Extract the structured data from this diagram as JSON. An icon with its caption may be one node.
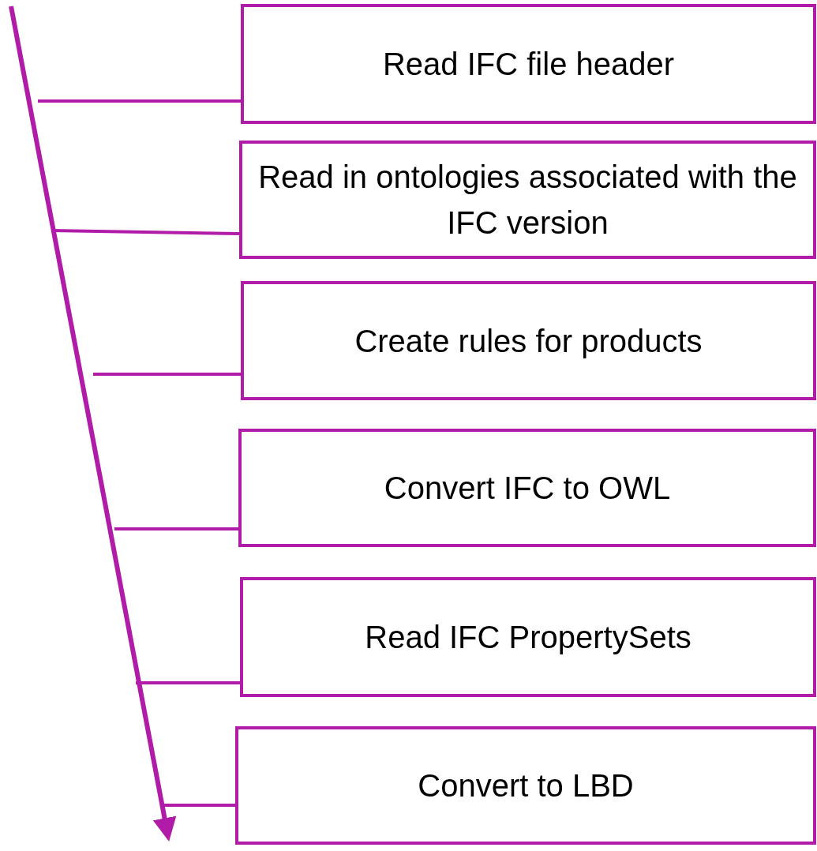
{
  "diagram": {
    "nodes": [
      {
        "text": [
          "Read IFC file header"
        ]
      },
      {
        "text": [
          "Read in ontologies associated with the IFC version"
        ]
      },
      {
        "text": [
          "Create rules for products"
        ]
      },
      {
        "text": [
          "Convert IFC to OWL"
        ]
      },
      {
        "text": [
          "Read IFC PropertySets"
        ]
      },
      {
        "text": [
          "Convert to LBD"
        ]
      }
    ],
    "edges": [
      {
        "from": null,
        "to": 0,
        "arrow": "none"
      },
      {
        "from": null,
        "to": 1,
        "arrow": "none"
      },
      {
        "from": null,
        "to": 2,
        "arrow": "none"
      },
      {
        "from": null,
        "to": 3,
        "arrow": "none"
      },
      {
        "from": null,
        "to": 4,
        "arrow": "none"
      },
      {
        "from": null,
        "to": 5,
        "arrow": "none"
      }
    ]
  }
}
